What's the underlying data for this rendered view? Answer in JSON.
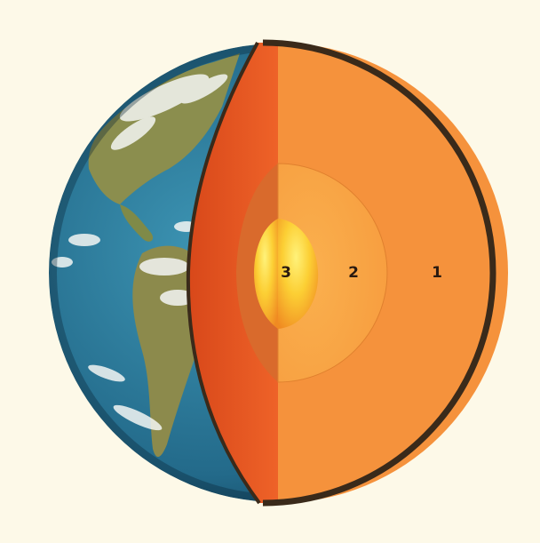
{
  "diagram": {
    "layers": [
      {
        "id": "1",
        "label": "1"
      },
      {
        "id": "2",
        "label": "2"
      },
      {
        "id": "3",
        "label": "3"
      }
    ],
    "colors": {
      "background": "#fdf9e8",
      "ocean": "#2f7c9c",
      "land": "#8a8a4a",
      "cloud": "#f2f4f2",
      "cut_face_left": "#ea5a24",
      "layer_1": "#f5923c",
      "layer_2": "#f8a84a",
      "layer_3": "#fbd23a",
      "crust_edge": "#3a2a1a"
    }
  }
}
